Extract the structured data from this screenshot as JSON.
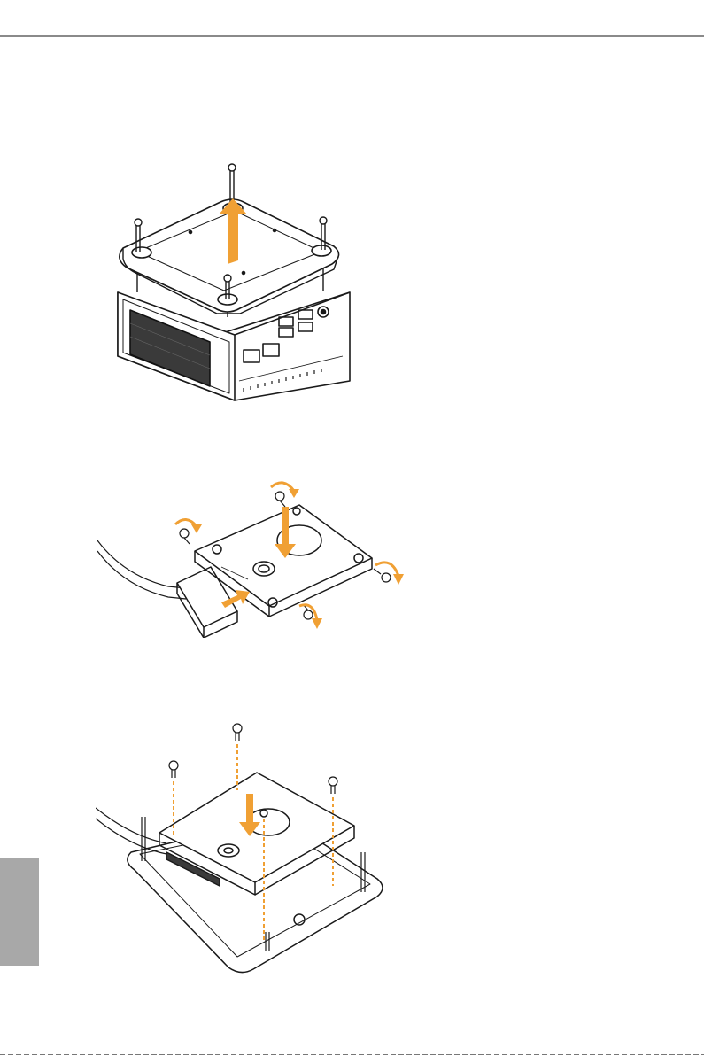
{
  "page": {
    "figures": [
      {
        "name": "remove-bottom-cover"
      },
      {
        "name": "attach-drive-to-bracket"
      },
      {
        "name": "install-drive-into-chassis"
      }
    ]
  },
  "colors": {
    "accent_orange": "#f0a034",
    "line": "#1a1a1a",
    "side_tab": "#a8a8a8",
    "header_rule": "#8a8a8a"
  }
}
